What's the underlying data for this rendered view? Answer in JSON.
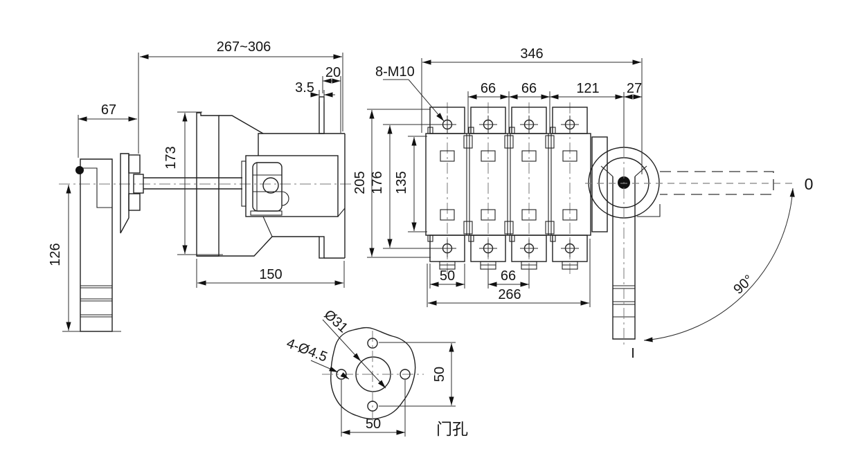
{
  "side_view": {
    "dims": {
      "depth_range": "267~306",
      "shaft_tab_offset": "20",
      "tab_thickness": "3.5",
      "head_width": "67",
      "mechanism_height": "173",
      "handle_length": "126",
      "mechanism_depth": "150"
    }
  },
  "front_view": {
    "labels": {
      "terminal_holes": "8-M10"
    },
    "dims": {
      "overall_width": "346",
      "pole_pitch_a": "66",
      "pole_pitch_b": "66",
      "handle_offset": "121",
      "right_margin": "27",
      "overall_height": "205",
      "terminal_span": "176",
      "body_height": "135",
      "pad_width": "50",
      "pole_pitch_bottom": "66",
      "base_width": "266"
    }
  },
  "handle": {
    "position_off": "0",
    "position_on": "I",
    "swing_angle": "90°"
  },
  "door_hole_view": {
    "dims": {
      "center_hole_dia": "Ø31",
      "mount_holes": "4-Ø4.5",
      "vertical_spacing": "50",
      "horizontal_spacing": "50"
    },
    "caption": "门孔"
  },
  "colors": {
    "line": "#1f1f1f",
    "dimension": "#2b2b2b",
    "centerline": "#777777",
    "background": "#ffffff"
  }
}
